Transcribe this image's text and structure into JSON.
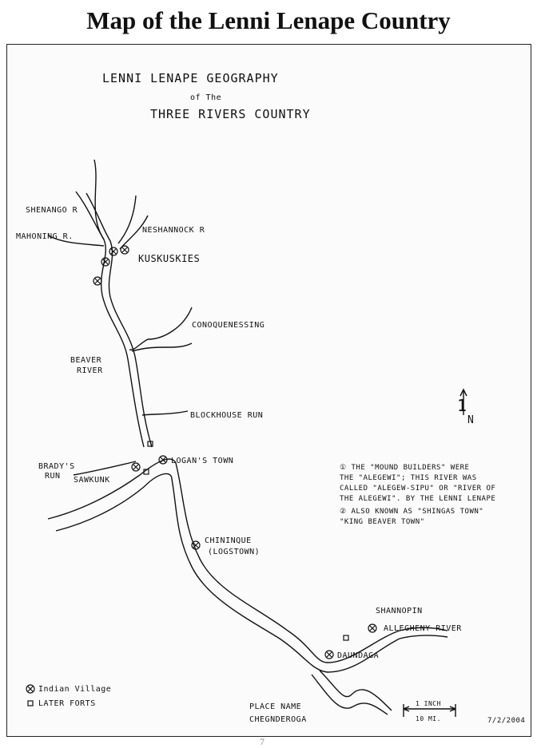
{
  "title": "Map of the Lenni Lenape Country",
  "map": {
    "heading_line1": "LENNI LENAPE GEOGRAPHY",
    "heading_line2": "of The",
    "heading_line3": "THREE RIVERS COUNTRY",
    "labels": {
      "shenango": "SHENANGO R",
      "mahoning": "MAHONING R.",
      "neshannock": "NESHANNOCK R",
      "kuskuskies": "KUSKUSKIES",
      "conoquenessing": "CONOQUENESSING",
      "beaver1": "BEAVER",
      "beaver2": "RIVER",
      "blockhouse": "BLOCKHOUSE RUN",
      "logans": "LOGAN'S TOWN",
      "bradys1": "BRADY'S",
      "bradys2": "RUN",
      "sawkunk": "SAWKUNK",
      "chininque1": "CHININQUE",
      "chininque2": "(LOGSTOWN)",
      "shannopin": "SHANNOPIN",
      "allegheny": "ALLEGHENY RIVER",
      "daundaga": "DAUNDAGA",
      "place1": "PLACE NAME",
      "place2": "CHEGNDEROGA",
      "north": "N",
      "north_num": "1"
    },
    "notes": [
      "① THE \"MOUND BUILDERS\" WERE",
      "THE \"ALEGEWI\"; THIS RIVER WAS",
      "CALLED \"ALEGEW-SIPU\" OR \"RIVER OF",
      "THE ALEGEWI\". BY THE LENNI LENAPE",
      "② ALSO KNOWN AS \"SHINGAS TOWN\"",
      "\"KING BEAVER TOWN\""
    ],
    "legend": {
      "village": "Indian Village",
      "forts": "LATER FORTS"
    },
    "scale": {
      "top": "1 INCH",
      "bottom": "10 MI."
    },
    "date": "7/2/2004"
  },
  "page_number": "7"
}
